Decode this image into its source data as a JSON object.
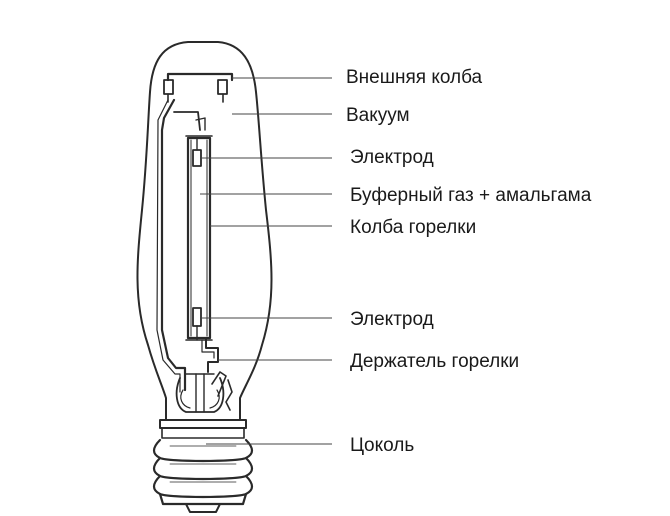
{
  "labels": {
    "outer_bulb": "Внешняя колба",
    "vacuum": "Вакуум",
    "electrode_top": "Электрод",
    "buffer_gas": "Буферный газ + амальгама",
    "burner_bulb": "Колба горелки",
    "electrode_bottom": "Электрод",
    "burner_holder": "Держатель горелки",
    "base": "Цоколь"
  },
  "colors": {
    "line": "#2a2a2a",
    "leader": "#444444",
    "text": "#1a1a1a"
  }
}
